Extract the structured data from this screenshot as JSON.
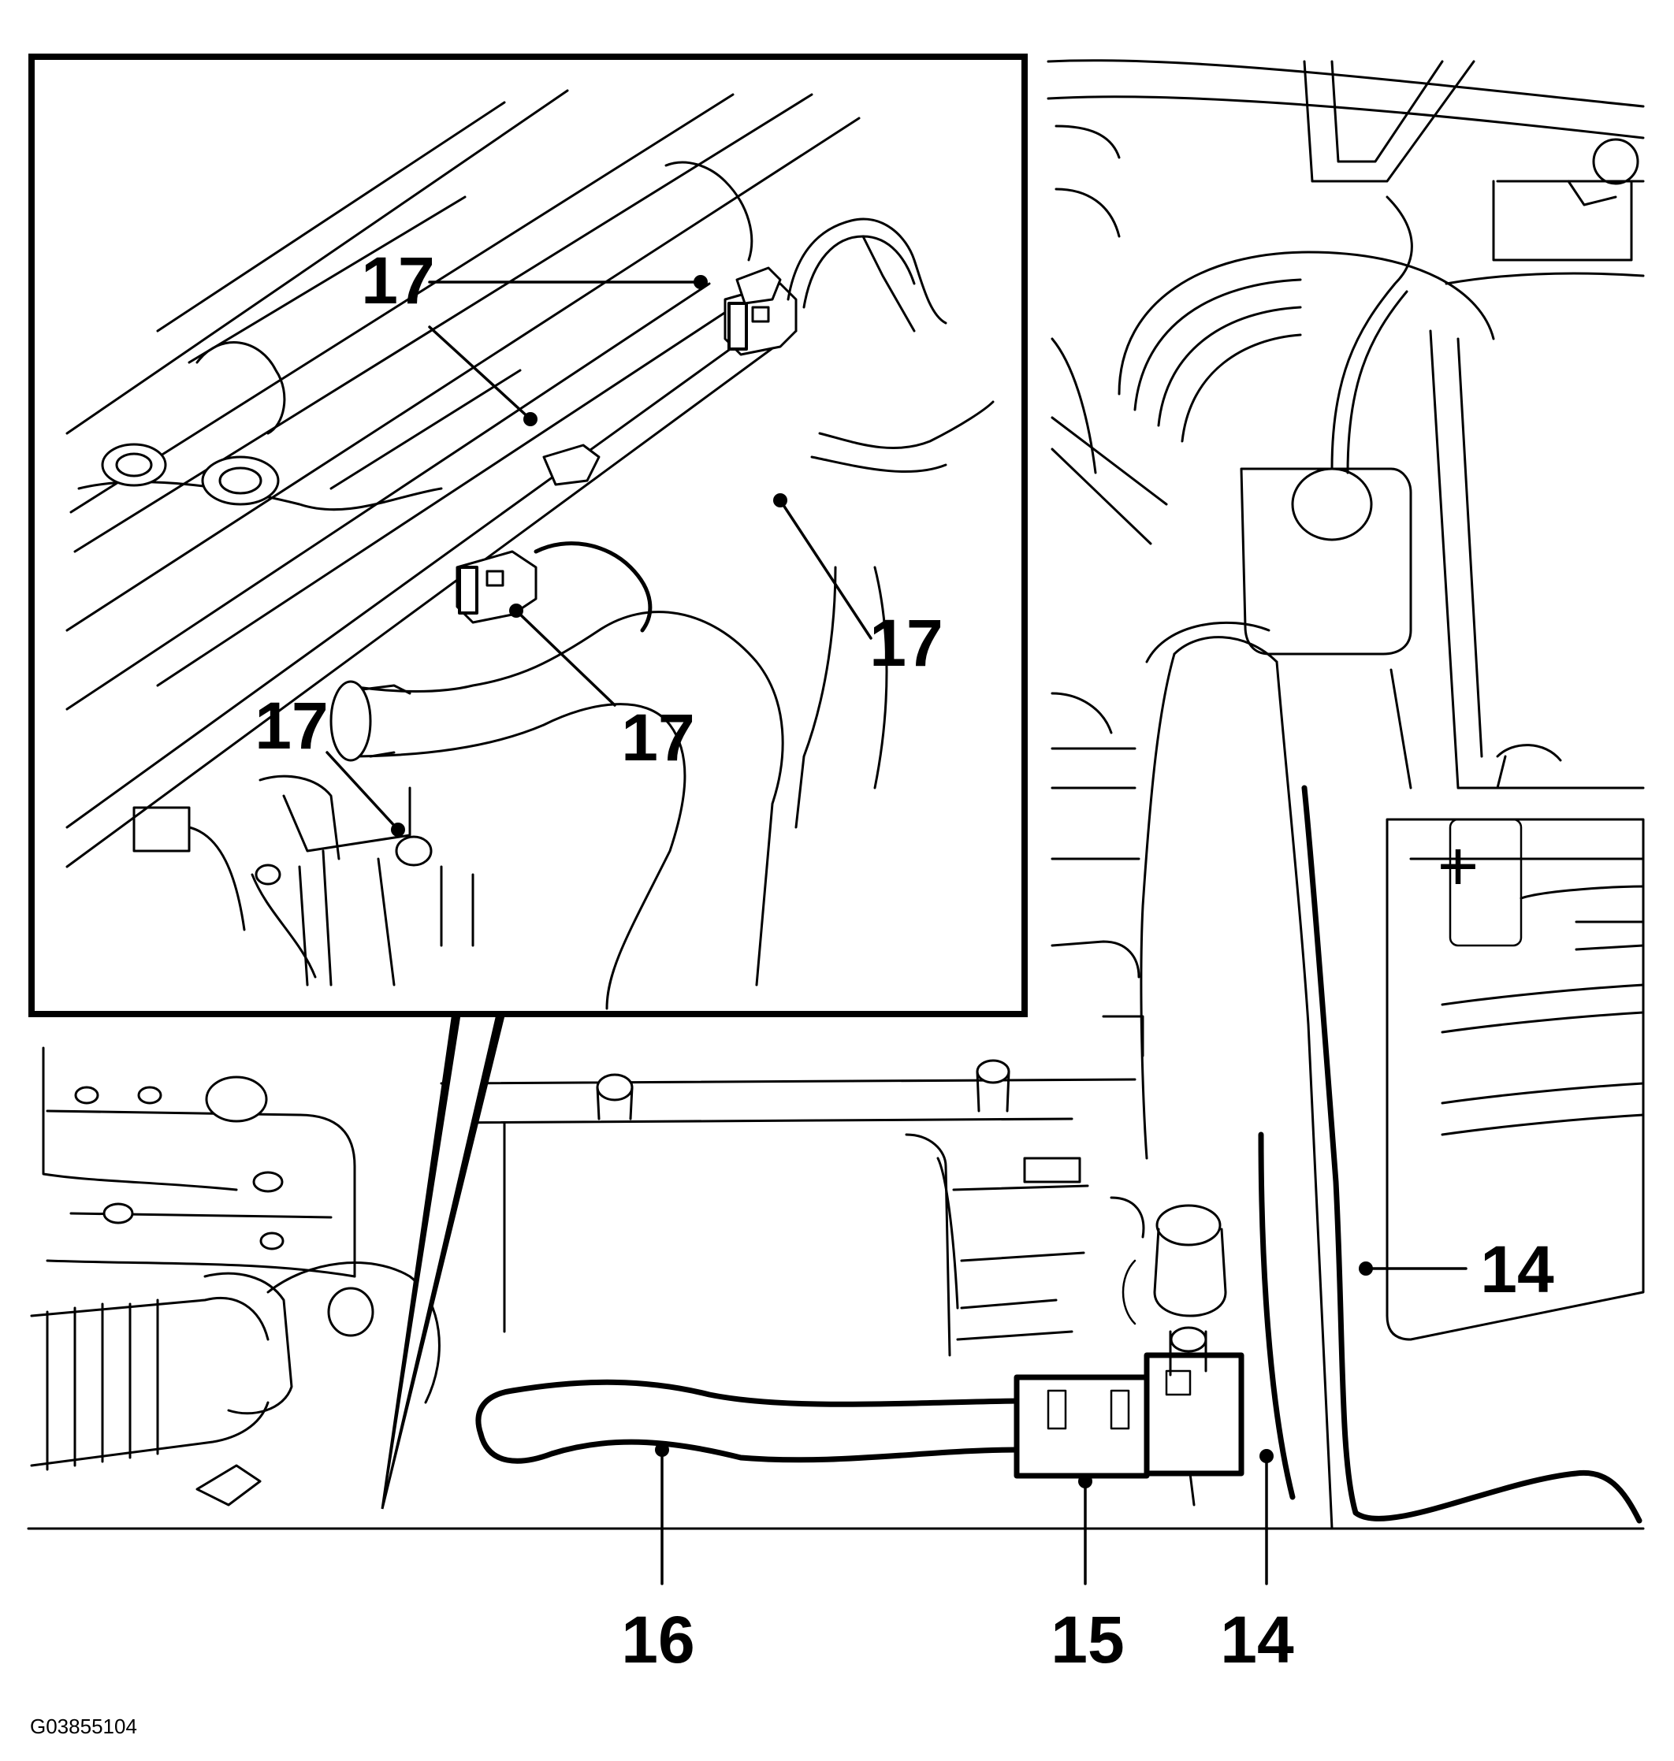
{
  "figure_id": "G03855104",
  "callouts": {
    "inset_17_a": "17",
    "inset_17_b": "17",
    "inset_17_c": "17",
    "inset_17_d": "17",
    "inset_17_e": "17",
    "label_14_right": "14",
    "label_14_bottom": "14",
    "label_15": "15",
    "label_16": "16"
  },
  "battery_symbol": "+"
}
